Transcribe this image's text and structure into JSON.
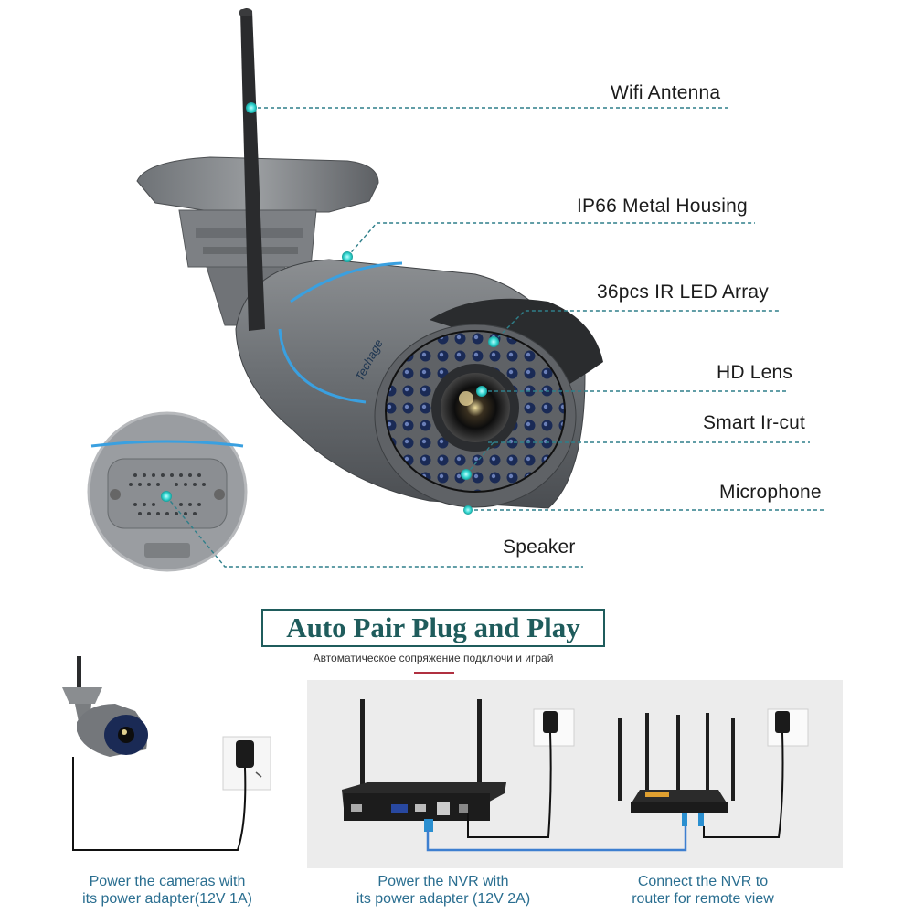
{
  "callouts": {
    "wifi_antenna": "Wifi Antenna",
    "metal_housing": "IP66 Metal Housing",
    "ir_led_array": "36pcs IR LED Array",
    "hd_lens": "HD Lens",
    "smart_ir_cut": "Smart Ir-cut",
    "microphone": "Microphone",
    "speaker": "Speaker"
  },
  "brand": "Techage",
  "section": {
    "title": "Auto Pair Plug and Play",
    "subtitle": "Автоматическое сопряжение подключи и играй"
  },
  "captions": {
    "camera": [
      "Power the cameras with",
      "its power adapter(12V 1A)"
    ],
    "nvr": [
      "Power the NVR with",
      "its power adapter (12V 2A)"
    ],
    "router": [
      "Connect the NVR to",
      "router for remote view"
    ]
  },
  "colors": {
    "accent_teal": "#1f5c5c",
    "callout_line": "#2f7f8a",
    "dot": "#33d6d0",
    "caption_blue": "#2a6e90",
    "red_bar": "#b03040"
  }
}
